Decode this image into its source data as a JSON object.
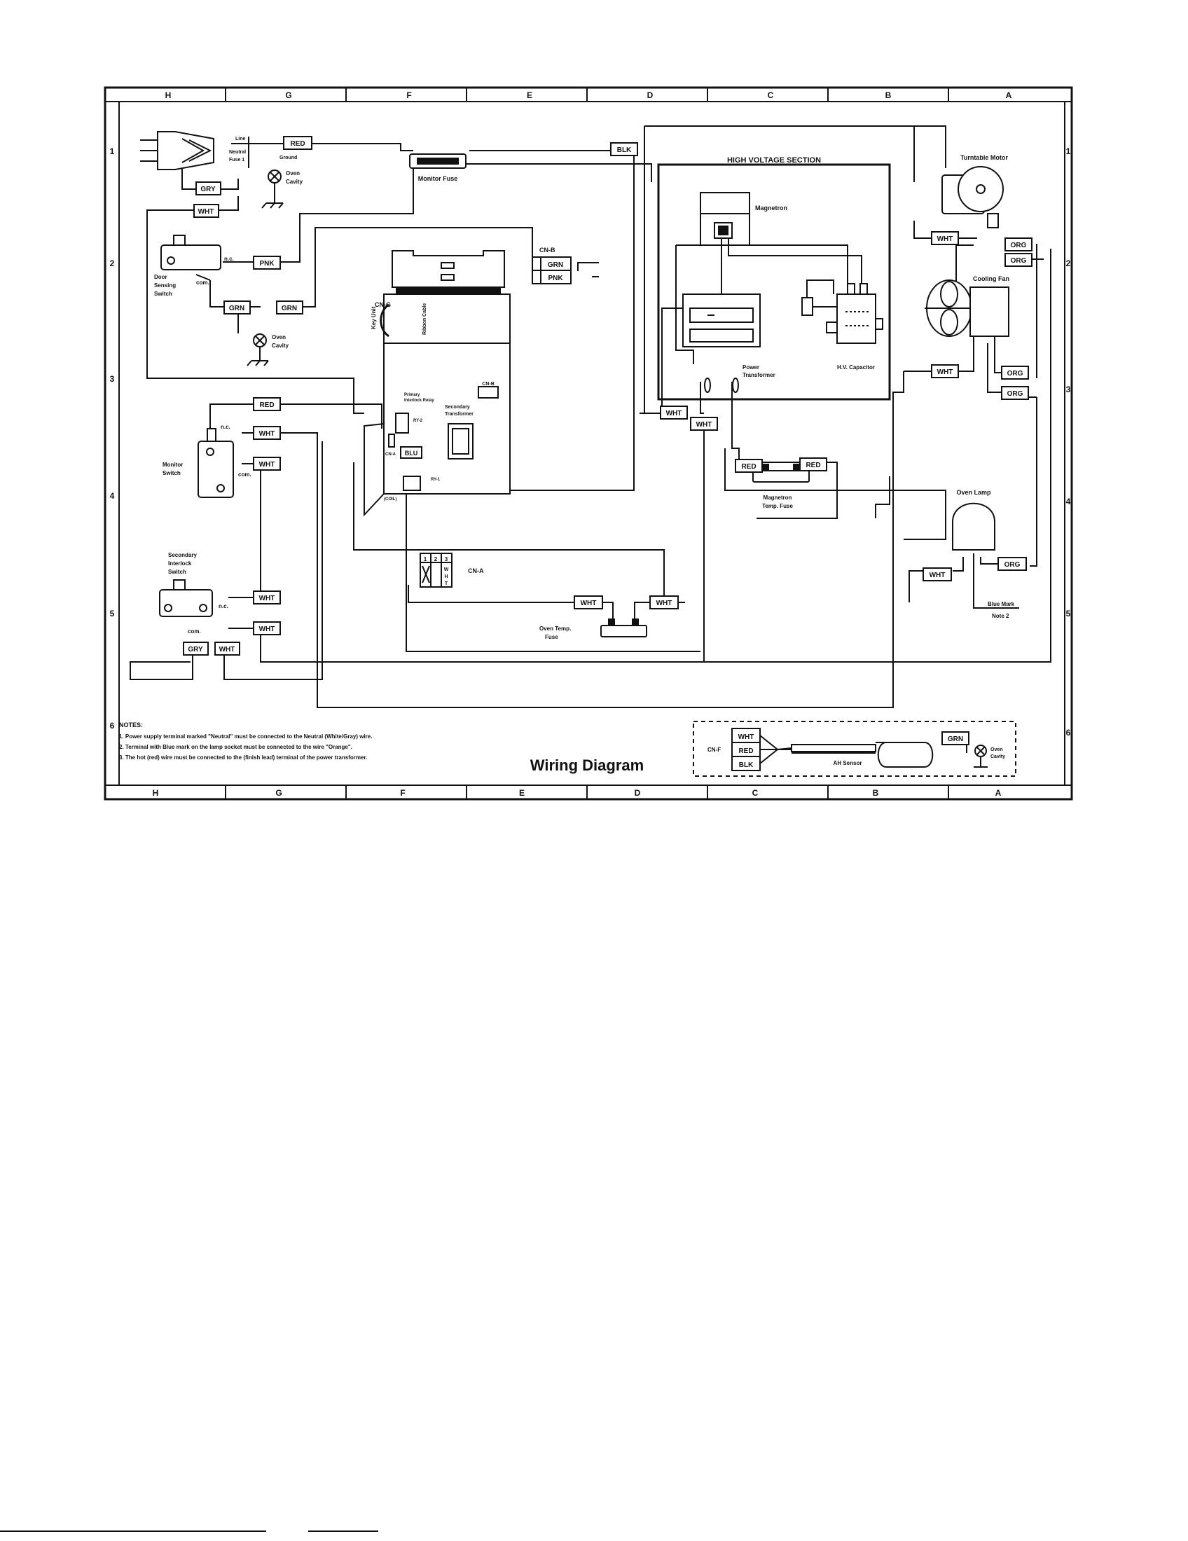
{
  "diagram": {
    "title": "Wiring Diagram",
    "grid_top": [
      "H",
      "G",
      "F",
      "E",
      "D",
      "C",
      "B",
      "A"
    ],
    "grid_bottom": [
      "H",
      "G",
      "F",
      "E",
      "D",
      "C",
      "B",
      "A"
    ],
    "grid_left": [
      "1",
      "2",
      "3",
      "4",
      "5",
      "6"
    ],
    "grid_right": [
      "1",
      "2",
      "3",
      "4",
      "5",
      "6"
    ],
    "high_voltage_section": "HIGH VOLTAGE SECTION",
    "notes": {
      "heading": "NOTES:",
      "items": [
        "1. Power supply terminal marked \"Neutral\" must be connected to the Neutral (White/Gray) wire.",
        "2. Terminal with Blue mark on the lamp socket must be connected to the wire \"Orange\".",
        "3. The hot (red) wire must be connected to the (finish lead) terminal of the power transformer."
      ]
    },
    "components": {
      "plug_line": "Line",
      "plug_neutral": "Neutral",
      "plug_fuse": "Fuse 1",
      "ground": "Ground",
      "oven_cavity_1": [
        "Oven",
        "Cavity"
      ],
      "monitor_fuse": "Monitor Fuse",
      "door_sensing_switch": [
        "Door",
        "Sensing",
        "Switch"
      ],
      "oven_cavity_2": [
        "Oven",
        "Cavity"
      ],
      "monitor_switch": [
        "Monitor",
        "Switch"
      ],
      "secondary_interlock_switch": [
        "Secondary",
        "Interlock",
        "Switch"
      ],
      "key_unit": "Key Unit",
      "cn_g": "CN-G",
      "ribbon_cable": "Ribbon Cable",
      "cn_b": "CN-B",
      "cn_b_small": "CN-B",
      "primary_interlock_relay": [
        "Primary",
        "Interlock Relay"
      ],
      "secondary_transformer": [
        "Secondary",
        "Transformer"
      ],
      "ry2": "RY-2",
      "cn_a_small": "CN-A",
      "ry1": "RY-1",
      "coil": "(COIL)",
      "cn_a": "CN-A",
      "cn_a_pins": [
        "1",
        "2",
        "3"
      ],
      "cn_a_wht": [
        "W",
        "H",
        "T"
      ],
      "oven_temp_fuse": [
        "Oven Temp.",
        "Fuse"
      ],
      "magnetron": "Magnetron",
      "power_transformer": [
        "Power",
        "Transformer"
      ],
      "hv_capacitor": "H.V. Capacitor",
      "magnetron_temp_fuse": [
        "Magnetron",
        "Temp. Fuse"
      ],
      "turntable_motor": "Turntable Motor",
      "cooling_fan": "Cooling Fan",
      "oven_lamp": "Oven Lamp",
      "blue_mark": "Blue Mark",
      "note2": "Note 2",
      "cn_f": "CN-F",
      "ah_sensor": "AH Sensor",
      "oven_cavity_3": [
        "Oven",
        "Cavity"
      ],
      "sw_nc": "n.c.",
      "sw_com": "com."
    },
    "wire_tags": {
      "red_plug": "RED",
      "gry_plug": "GRY",
      "wht_plug": "WHT",
      "blk_fuse": "BLK",
      "pnk_door": "PNK",
      "grn_door_a": "GRN",
      "grn_door_b": "GRN",
      "cnb_grn": "GRN",
      "cnb_pnk": "PNK",
      "red_monitor": "RED",
      "wht_monitor_a": "WHT",
      "wht_monitor_b": "WHT",
      "blu_board": "BLU",
      "wht_sec_a": "WHT",
      "wht_sec_b": "WHT",
      "gry_sec": "GRY",
      "wht_sec_c": "WHT",
      "wht_hv_a": "WHT",
      "wht_hv_b": "WHT",
      "red_mtf_a": "RED",
      "red_mtf_b": "RED",
      "wht_otf_a": "WHT",
      "wht_otf_b": "WHT",
      "wht_tt": "WHT",
      "org_tt_a": "ORG",
      "org_tt_b": "ORG",
      "wht_fan": "WHT",
      "org_fan_a": "ORG",
      "org_fan_b": "ORG",
      "wht_lamp": "WHT",
      "org_lamp": "ORG",
      "cnf_wht": "WHT",
      "cnf_red": "RED",
      "cnf_blk": "BLK",
      "grn_sensor": "GRN"
    }
  }
}
